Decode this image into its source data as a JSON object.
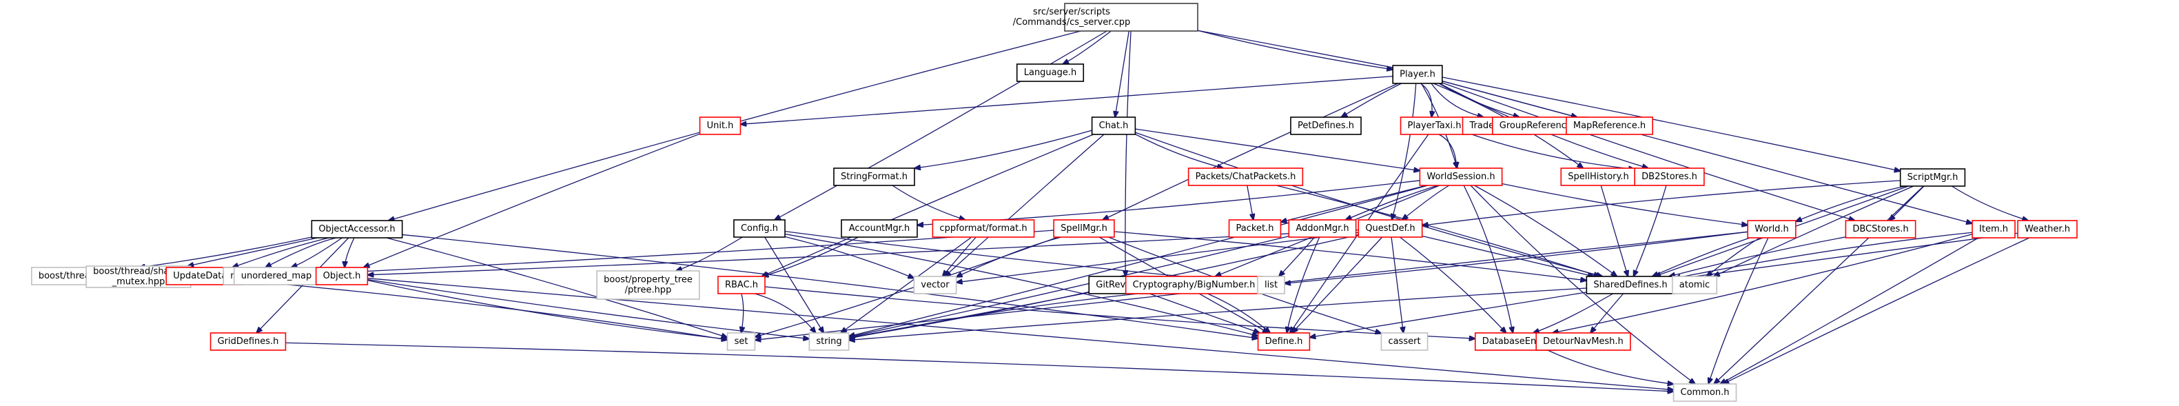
{
  "graph": {
    "title": "Include dependency graph for cs_server.cpp",
    "legend": {
      "root_fill": "#bfbfbf",
      "documented_border": "#000000",
      "undocumented_border": "#ff0000",
      "external_border": "#bfbfbf",
      "edge_color": "#191970"
    },
    "nodes": [
      {
        "id": "root",
        "lines": [
          "src/server/scripts",
          "/Commands/cs_server.cpp"
        ],
        "kind": "root"
      },
      {
        "id": "language",
        "lines": [
          "Language.h"
        ],
        "kind": "documented"
      },
      {
        "id": "player",
        "lines": [
          "Player.h"
        ],
        "kind": "documented"
      },
      {
        "id": "unit",
        "lines": [
          "Unit.h"
        ],
        "kind": "undocumented"
      },
      {
        "id": "chat",
        "lines": [
          "Chat.h"
        ],
        "kind": "documented"
      },
      {
        "id": "petdefines",
        "lines": [
          "PetDefines.h"
        ],
        "kind": "documented"
      },
      {
        "id": "playertaxi",
        "lines": [
          "PlayerTaxi.h"
        ],
        "kind": "undocumented"
      },
      {
        "id": "tradedata",
        "lines": [
          "TradeData.h"
        ],
        "kind": "undocumented"
      },
      {
        "id": "groupreference",
        "lines": [
          "GroupReference.h"
        ],
        "kind": "undocumented"
      },
      {
        "id": "mapreference",
        "lines": [
          "MapReference.h"
        ],
        "kind": "undocumented"
      },
      {
        "id": "stringformat",
        "lines": [
          "StringFormat.h"
        ],
        "kind": "documented"
      },
      {
        "id": "chatpackets",
        "lines": [
          "Packets/ChatPackets.h"
        ],
        "kind": "undocumented"
      },
      {
        "id": "worldsession",
        "lines": [
          "WorldSession.h"
        ],
        "kind": "undocumented"
      },
      {
        "id": "spellhistory",
        "lines": [
          "SpellHistory.h"
        ],
        "kind": "undocumented"
      },
      {
        "id": "db2stores",
        "lines": [
          "DB2Stores.h"
        ],
        "kind": "undocumented"
      },
      {
        "id": "scriptmgr",
        "lines": [
          "ScriptMgr.h"
        ],
        "kind": "documented"
      },
      {
        "id": "objectaccessor",
        "lines": [
          "ObjectAccessor.h"
        ],
        "kind": "documented"
      },
      {
        "id": "config",
        "lines": [
          "Config.h"
        ],
        "kind": "documented"
      },
      {
        "id": "accountmgr",
        "lines": [
          "AccountMgr.h"
        ],
        "kind": "documented"
      },
      {
        "id": "cppformat",
        "lines": [
          "cppformat/format.h"
        ],
        "kind": "undocumented"
      },
      {
        "id": "spellmgr",
        "lines": [
          "SpellMgr.h"
        ],
        "kind": "undocumented"
      },
      {
        "id": "packet",
        "lines": [
          "Packet.h"
        ],
        "kind": "undocumented"
      },
      {
        "id": "addonmgr",
        "lines": [
          "AddonMgr.h"
        ],
        "kind": "undocumented"
      },
      {
        "id": "questdef",
        "lines": [
          "QuestDef.h"
        ],
        "kind": "undocumented"
      },
      {
        "id": "world",
        "lines": [
          "World.h"
        ],
        "kind": "undocumented"
      },
      {
        "id": "dbcstores",
        "lines": [
          "DBCStores.h"
        ],
        "kind": "undocumented"
      },
      {
        "id": "item",
        "lines": [
          "Item.h"
        ],
        "kind": "undocumented"
      },
      {
        "id": "weather",
        "lines": [
          "Weather.h"
        ],
        "kind": "undocumented"
      },
      {
        "id": "boostlocks",
        "lines": [
          "boost/thread/locks.hpp"
        ],
        "kind": "external"
      },
      {
        "id": "boostsharedmutex",
        "lines": [
          "boost/thread/shared",
          "_mutex.hpp"
        ],
        "kind": "external"
      },
      {
        "id": "updatedata",
        "lines": [
          "UpdateData.h"
        ],
        "kind": "undocumented"
      },
      {
        "id": "mutex",
        "lines": [
          "mutex"
        ],
        "kind": "external"
      },
      {
        "id": "unorderedmap",
        "lines": [
          "unordered_map"
        ],
        "kind": "external"
      },
      {
        "id": "object",
        "lines": [
          "Object.h"
        ],
        "kind": "undocumented"
      },
      {
        "id": "ptree",
        "lines": [
          "boost/property_tree",
          "/ptree.hpp"
        ],
        "kind": "external"
      },
      {
        "id": "rbac",
        "lines": [
          "RBAC.h"
        ],
        "kind": "undocumented"
      },
      {
        "id": "vector",
        "lines": [
          "vector"
        ],
        "kind": "external"
      },
      {
        "id": "gitrevision",
        "lines": [
          "GitRevision.h"
        ],
        "kind": "documented"
      },
      {
        "id": "bignumber",
        "lines": [
          "Cryptography/BigNumber.h"
        ],
        "kind": "undocumented"
      },
      {
        "id": "list",
        "lines": [
          "list"
        ],
        "kind": "external"
      },
      {
        "id": "shareddefines",
        "lines": [
          "SharedDefines.h"
        ],
        "kind": "documented"
      },
      {
        "id": "atomic",
        "lines": [
          "atomic"
        ],
        "kind": "external"
      },
      {
        "id": "griddefines",
        "lines": [
          "GridDefines.h"
        ],
        "kind": "undocumented"
      },
      {
        "id": "set",
        "lines": [
          "set"
        ],
        "kind": "external"
      },
      {
        "id": "string",
        "lines": [
          "string"
        ],
        "kind": "external"
      },
      {
        "id": "define",
        "lines": [
          "Define.h"
        ],
        "kind": "undocumented"
      },
      {
        "id": "cassert",
        "lines": [
          "cassert"
        ],
        "kind": "external"
      },
      {
        "id": "databaseenv",
        "lines": [
          "DatabaseEnv.h"
        ],
        "kind": "undocumented"
      },
      {
        "id": "detournavmesh",
        "lines": [
          "DetourNavMesh.h"
        ],
        "kind": "undocumented"
      },
      {
        "id": "common",
        "lines": [
          "Common.h"
        ],
        "kind": "external"
      }
    ],
    "edges": [
      [
        "root",
        "language"
      ],
      [
        "root",
        "player"
      ],
      [
        "root",
        "chat"
      ],
      [
        "root",
        "scriptmgr"
      ],
      [
        "root",
        "objectaccessor"
      ],
      [
        "root",
        "config"
      ],
      [
        "root",
        "gitrevision"
      ],
      [
        "player",
        "unit"
      ],
      [
        "player",
        "petdefines"
      ],
      [
        "player",
        "playertaxi"
      ],
      [
        "player",
        "tradedata"
      ],
      [
        "player",
        "groupreference"
      ],
      [
        "player",
        "mapreference"
      ],
      [
        "player",
        "worldsession"
      ],
      [
        "player",
        "spellhistory"
      ],
      [
        "player",
        "db2stores"
      ],
      [
        "player",
        "dbcstores"
      ],
      [
        "player",
        "item"
      ],
      [
        "player",
        "spellmgr"
      ],
      [
        "player",
        "questdef"
      ],
      [
        "chat",
        "stringformat"
      ],
      [
        "chat",
        "chatpackets"
      ],
      [
        "chat",
        "worldsession"
      ],
      [
        "chat",
        "rbac"
      ],
      [
        "chat",
        "vector"
      ],
      [
        "chat",
        "shareddefines"
      ],
      [
        "stringformat",
        "cppformat"
      ],
      [
        "chatpackets",
        "packet"
      ],
      [
        "chatpackets",
        "shareddefines"
      ],
      [
        "playertaxi",
        "worldsession"
      ],
      [
        "playertaxi",
        "db2stores"
      ],
      [
        "playertaxi",
        "define"
      ],
      [
        "worldsession",
        "packet"
      ],
      [
        "worldsession",
        "addonmgr"
      ],
      [
        "worldsession",
        "questdef"
      ],
      [
        "worldsession",
        "accountmgr"
      ],
      [
        "worldsession",
        "world"
      ],
      [
        "worldsession",
        "bignumber"
      ],
      [
        "worldsession",
        "shareddefines"
      ],
      [
        "worldsession",
        "databaseenv"
      ],
      [
        "worldsession",
        "common"
      ],
      [
        "worldsession",
        "string"
      ],
      [
        "spellhistory",
        "shareddefines"
      ],
      [
        "db2stores",
        "shareddefines"
      ],
      [
        "scriptmgr",
        "world"
      ],
      [
        "scriptmgr",
        "dbcstores"
      ],
      [
        "scriptmgr",
        "weather"
      ],
      [
        "scriptmgr",
        "shareddefines"
      ],
      [
        "scriptmgr",
        "atomic"
      ],
      [
        "scriptmgr",
        "questdef"
      ],
      [
        "scriptmgr",
        "common"
      ],
      [
        "objectaccessor",
        "boostlocks"
      ],
      [
        "objectaccessor",
        "boostsharedmutex"
      ],
      [
        "objectaccessor",
        "updatedata"
      ],
      [
        "objectaccessor",
        "mutex"
      ],
      [
        "objectaccessor",
        "unorderedmap"
      ],
      [
        "objectaccessor",
        "object"
      ],
      [
        "objectaccessor",
        "griddefines"
      ],
      [
        "objectaccessor",
        "set"
      ],
      [
        "objectaccessor",
        "define"
      ],
      [
        "config",
        "ptree"
      ],
      [
        "config",
        "list"
      ],
      [
        "config",
        "string"
      ],
      [
        "config",
        "vector"
      ],
      [
        "config",
        "define"
      ],
      [
        "accountmgr",
        "rbac"
      ],
      [
        "cppformat",
        "vector"
      ],
      [
        "cppformat",
        "string"
      ],
      [
        "spellmgr",
        "shareddefines"
      ],
      [
        "spellmgr",
        "vector"
      ],
      [
        "spellmgr",
        "set"
      ],
      [
        "spellmgr",
        "unorderedmap"
      ],
      [
        "spellmgr",
        "define"
      ],
      [
        "unit",
        "object"
      ],
      [
        "addonmgr",
        "list"
      ],
      [
        "addonmgr",
        "define"
      ],
      [
        "addonmgr",
        "string"
      ],
      [
        "questdef",
        "shareddefines"
      ],
      [
        "questdef",
        "databaseenv"
      ],
      [
        "questdef",
        "define"
      ],
      [
        "questdef",
        "string"
      ],
      [
        "questdef",
        "object"
      ],
      [
        "questdef",
        "vector"
      ],
      [
        "world",
        "shareddefines"
      ],
      [
        "world",
        "atomic"
      ],
      [
        "world",
        "common"
      ],
      [
        "world",
        "list"
      ],
      [
        "world",
        "set"
      ],
      [
        "dbcstores",
        "shareddefines"
      ],
      [
        "item",
        "shareddefines"
      ],
      [
        "item",
        "databaseenv"
      ],
      [
        "item",
        "common"
      ],
      [
        "weather",
        "shareddefines"
      ],
      [
        "weather",
        "common"
      ],
      [
        "updatedata",
        "set"
      ],
      [
        "object",
        "set"
      ],
      [
        "object",
        "string"
      ],
      [
        "object",
        "common"
      ],
      [
        "rbac",
        "set"
      ],
      [
        "rbac",
        "string"
      ],
      [
        "rbac",
        "databaseenv"
      ],
      [
        "gitrevision",
        "string"
      ],
      [
        "gitrevision",
        "define"
      ],
      [
        "bignumber",
        "define"
      ],
      [
        "bignumber",
        "string"
      ],
      [
        "shareddefines",
        "databaseenv"
      ],
      [
        "shareddefines",
        "detournavmesh"
      ],
      [
        "shareddefines",
        "define"
      ],
      [
        "shareddefines",
        "string"
      ],
      [
        "griddefines",
        "common"
      ],
      [
        "databaseenv",
        "common"
      ],
      [
        "spellmgr",
        "cassert"
      ],
      [
        "questdef",
        "cassert"
      ]
    ]
  }
}
